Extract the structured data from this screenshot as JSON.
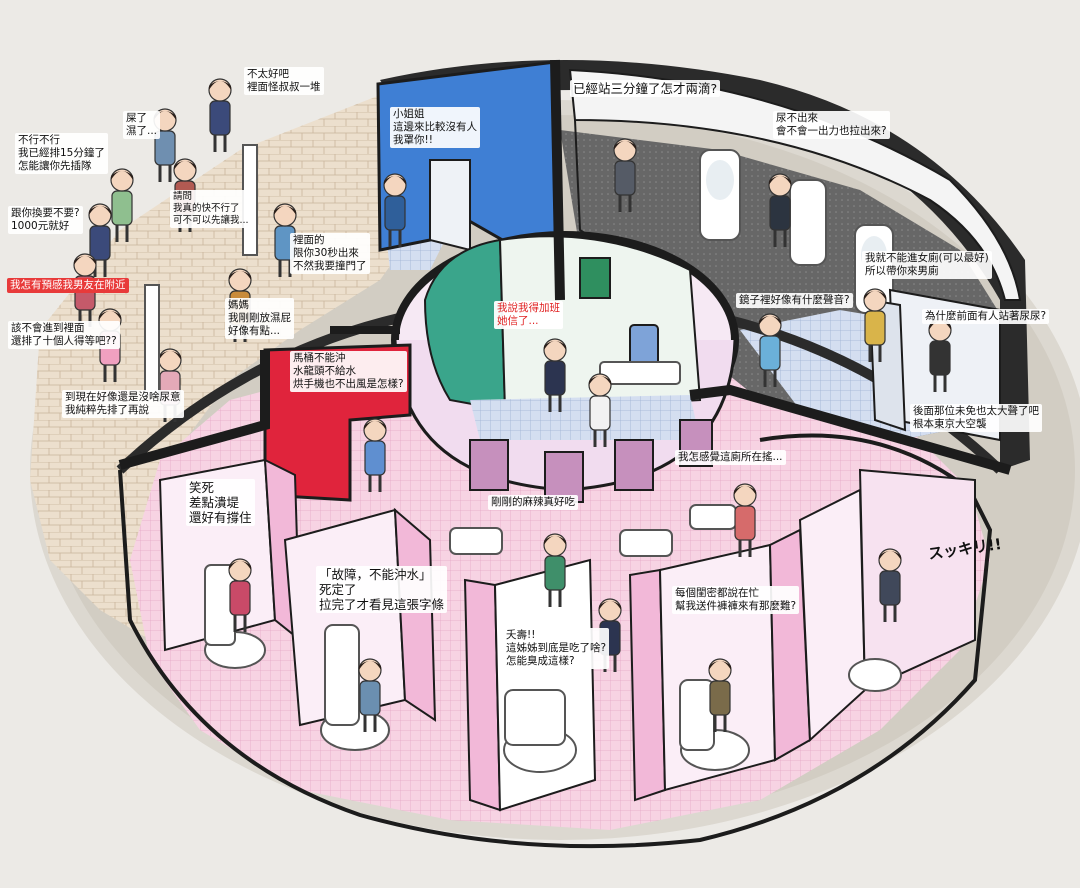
{
  "captions": {
    "c01": "不太好吧\n裡面怪叔叔一堆",
    "c02": "屎了\n濕了...",
    "c03": "不行不行\n我已經排15分鐘了\n怎能讓你先插隊",
    "c04": "請問\n我真的快不行了\n可不可以先讓我...",
    "c05": "跟你換要不要?\n1000元就好",
    "c06": "裡面的\n限你30秒出來\n不然我要撞門了",
    "c07": "我怎有預感我男友在附近",
    "c08": "媽媽\n我剛剛放濕屁\n好像有點...",
    "c09": "該不會進到裡面\n還排了十個人得等吧??",
    "c10": "到現在好像還是沒啥尿意\n我純粹先排了再說",
    "c11": "小姐姐\n這邊來比較沒有人\n我罩你!!",
    "c12": "已經站三分鐘了怎才兩滴?",
    "c13": "尿不出來\n會不會一出力也拉出來?",
    "c14": "我就不能進女廁(可以最好)\n所以帶你來男廁",
    "c15": "我說我得加班\n她信了...",
    "c16": "鏡子裡好像有什麼聲音?",
    "c17": "為什麼前面有人站著尿尿?",
    "c18": "馬桶不能沖\n水龍頭不給水\n烘手機也不出風是怎樣?",
    "c19": "後面那位未免也太大聲了吧\n根本東京大空襲",
    "c20": "我怎感覺這廁所在搖...",
    "c21": "笑死\n差點潰堤\n還好有撐住",
    "c22": "剛剛的麻辣真好吃",
    "c23": "「故障，不能沖水」\n死定了\n拉完了才看見這張字條",
    "c24": "每個閨密都說在忙\n幫我送件褲褲來有那麼難?",
    "c25": "夭壽!!\n這姊姊到底是吃了啥?\n怎能臭成這樣?",
    "sfx": "スッキリ!!"
  },
  "colors": {
    "background": "#eceae6",
    "floor_outer": "#d9d6cf",
    "paving": "#e9dccb",
    "wall_dark": "#2b2b2b",
    "wall_blue": "#3f7fd4",
    "wall_red": "#e0243c",
    "wall_green": "#3aa58b",
    "stall_pink": "#f7d6ec",
    "stall_wall": "#fbeef7",
    "tile_pink": "#f5c9de",
    "tile_blue": "#c9d8ef",
    "hot_caption": "#e83a3a"
  },
  "icons": [
    "toilet-icon",
    "urinal-icon",
    "sink-icon",
    "mirror-icon",
    "door-icon",
    "person-icon"
  ]
}
